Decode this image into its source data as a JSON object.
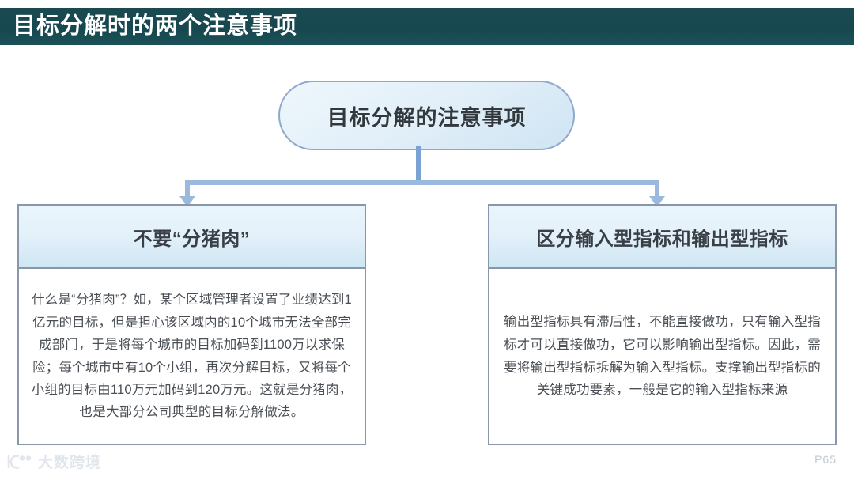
{
  "slide": {
    "title": "目标分解时的两个注意事项",
    "title_bar_color": "#17484f",
    "background_color": "#ffffff"
  },
  "diagram": {
    "root": {
      "label": "目标分解的注意事项",
      "fill_color": "#e3f0f9",
      "border_color": "#8fa9cd"
    },
    "connector_color": "#9bb9dd",
    "branches": [
      {
        "header": "不要“分猪肉”",
        "body": "什么是“分猪肉”？如，某个区域管理者设置了业绩达到1亿元的目标，但是担心该区域内的10个城市无法全部完成部门，于是将每个城市的目标加码到1100万以求保险；每个城市中有10个小组，再次分解目标，又将每个小组的目标由110万元加码到120万元。这就是分猪肉，也是大部分公司典型的目标分解做法。",
        "border_color": "#8a97ab",
        "header_fill": "#d9ecf7"
      },
      {
        "header": "区分输入型指标和输出型指标",
        "body": "输出型指标具有滞后性，不能直接做功，只有输入型指标才可以直接做功，它可以影响输出型指标。因此，需要将输出型指标拆解为输入型指标。支撑输出型指标的关键成功要素，一般是它的输入型指标来源",
        "border_color": "#8a97ab",
        "header_fill": "#d9ecf7"
      }
    ]
  },
  "footer": {
    "watermark_text": "大数跨境",
    "watermark_icon": "brand-logo-icon",
    "page_number": "P65"
  }
}
